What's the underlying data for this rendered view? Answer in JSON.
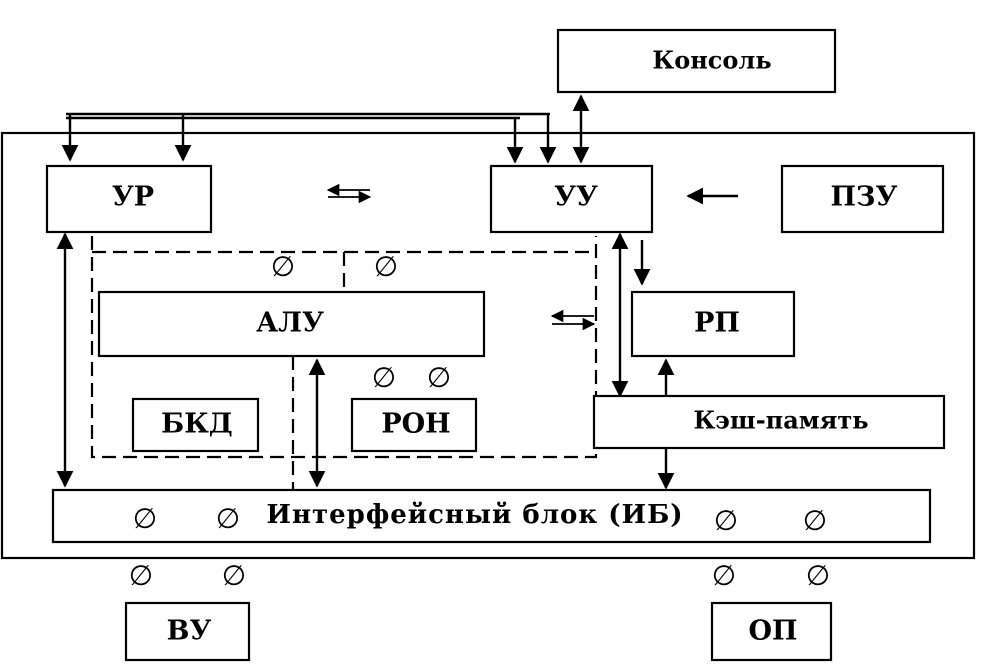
{
  "blocks": {
    "console": "Консоль",
    "ur": "УР",
    "uu": "УУ",
    "pzu": "ПЗУ",
    "alu": "АЛУ",
    "rp": "РП",
    "bkd": "БКД",
    "ron": "РОН",
    "cache": "Кэш-память",
    "ib": "Интерфейсный блок (ИБ)",
    "vu": "ВУ",
    "op": "ОП"
  },
  "markers": {
    "empty_set": "∅"
  }
}
